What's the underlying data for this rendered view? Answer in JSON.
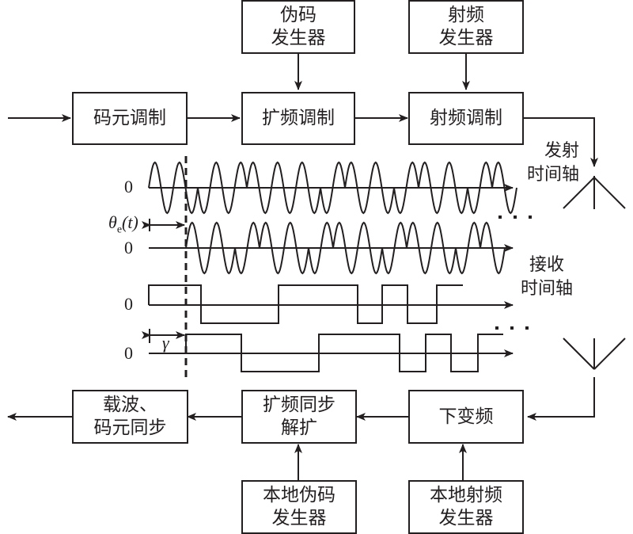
{
  "transmit_chain": {
    "symbol_modulation": "码元调制",
    "spread_modulation": "扩频调制",
    "rf_modulation": "射频调制",
    "pn_generator": [
      "伪码",
      "发生器"
    ],
    "rf_generator": [
      "射频",
      "发生器"
    ]
  },
  "receive_chain": {
    "downconvert": "下变频",
    "despread": [
      "扩频同步",
      "解扩"
    ],
    "carrier_sync": [
      "载波、",
      "码元同步"
    ],
    "local_pn_generator": [
      "本地伪码",
      "发生器"
    ],
    "local_rf_generator": [
      "本地射频",
      "发生器"
    ]
  },
  "labels": {
    "tx_axis": [
      "发射",
      "时间轴"
    ],
    "rx_axis": [
      "接收",
      "时间轴"
    ],
    "zero": "0",
    "theta_symbol": "θ",
    "theta_sub": "e",
    "theta_arg": "(t)",
    "gamma": "γ",
    "ellipsis": "· · ·"
  },
  "waveforms": {
    "tx_chip_phases": [
      0,
      0,
      1,
      1,
      0,
      0,
      0,
      1,
      0,
      0,
      1,
      0,
      0,
      1,
      0
    ],
    "rx_chip_phases": [
      0,
      0,
      1,
      0,
      0,
      1,
      0,
      0,
      1,
      0,
      0,
      1,
      0
    ],
    "code1_levels": [
      1,
      0,
      0,
      0,
      1,
      1,
      1,
      0,
      1,
      0,
      1
    ],
    "code2_levels": [
      1,
      1,
      0,
      0,
      0,
      1,
      1,
      1,
      0,
      1,
      0,
      1
    ]
  }
}
